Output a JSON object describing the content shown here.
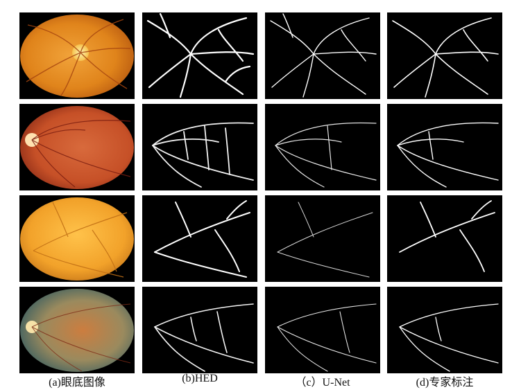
{
  "columns": [
    {
      "key": "fundus",
      "caption": "(a)眼底图像"
    },
    {
      "key": "hed",
      "caption": "(b)HED"
    },
    {
      "key": "unet",
      "caption": "（c）U-Net"
    },
    {
      "key": "expert",
      "caption": "(d)专家标注"
    }
  ],
  "rows": [
    {
      "fundus_style": "orange-disc-center",
      "disc_color": "#f6d26a",
      "bg_color": "#e08a1e"
    },
    {
      "fundus_style": "red-disc-left",
      "disc_color": "#f2c18a",
      "bg_color": "#c8502a"
    },
    {
      "fundus_style": "orange-no-disc",
      "disc_color": "#f1b23a",
      "bg_color": "#f0a228"
    },
    {
      "fundus_style": "greenish-disc-left",
      "disc_color": "#f0d89a",
      "bg_color": "#9a8a5e"
    }
  ]
}
